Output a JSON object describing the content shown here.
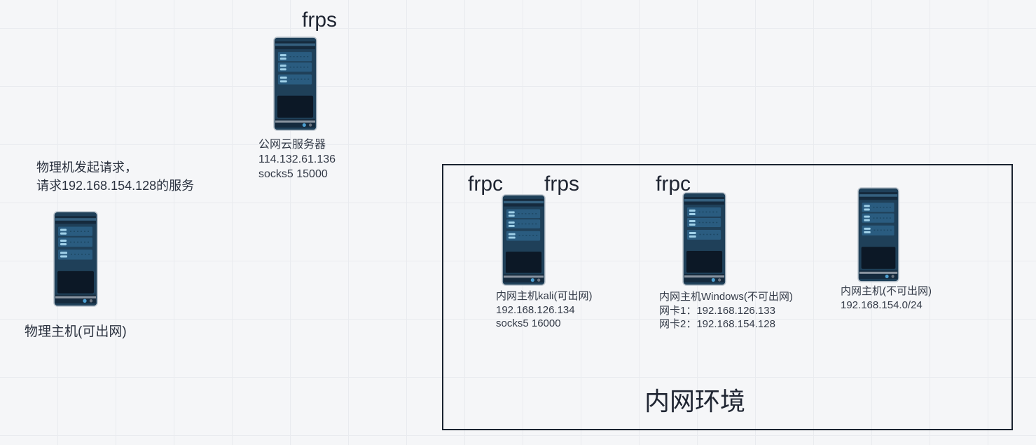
{
  "diagram": {
    "cloud_server": {
      "title": "frps",
      "caption": [
        "公网云服务器",
        "114.132.61.136",
        "socks5 15000"
      ]
    },
    "physical_host": {
      "note": [
        "物理机发起请求，",
        "请求192.168.154.128的服务"
      ],
      "label": "物理主机(可出网)"
    },
    "intranet_box": {
      "label": "内网环境",
      "kali_host": {
        "title_frpc": "frpc",
        "title_frps": "frps",
        "caption": [
          "内网主机kali(可出网)",
          "192.168.126.134",
          "socks5 16000"
        ]
      },
      "windows_host": {
        "title_frpc": "frpc",
        "caption": [
          "内网主机Windows(不可出网)",
          "网卡1：192.168.126.133",
          "网卡2：192.168.154.128"
        ]
      },
      "isolated_host": {
        "caption": [
          "内网主机(不可出网)",
          "192.168.154.0/24"
        ]
      }
    },
    "colors": {
      "background": "#f5f6f8",
      "grid_line": "#e9ebef",
      "box_border": "#1a2330",
      "title_text": "#1f2532",
      "caption_text": "#333a47",
      "server_body": "#1f4059",
      "server_band": "#152a3d",
      "server_slat": "#2a5c80",
      "server_slat_icon": "#9fd0e8",
      "server_panel": "#0c1826",
      "server_dot_accent": "#4da0d2",
      "server_dot_gray": "#6b7480",
      "server_edge": "#bfc7cf"
    }
  }
}
